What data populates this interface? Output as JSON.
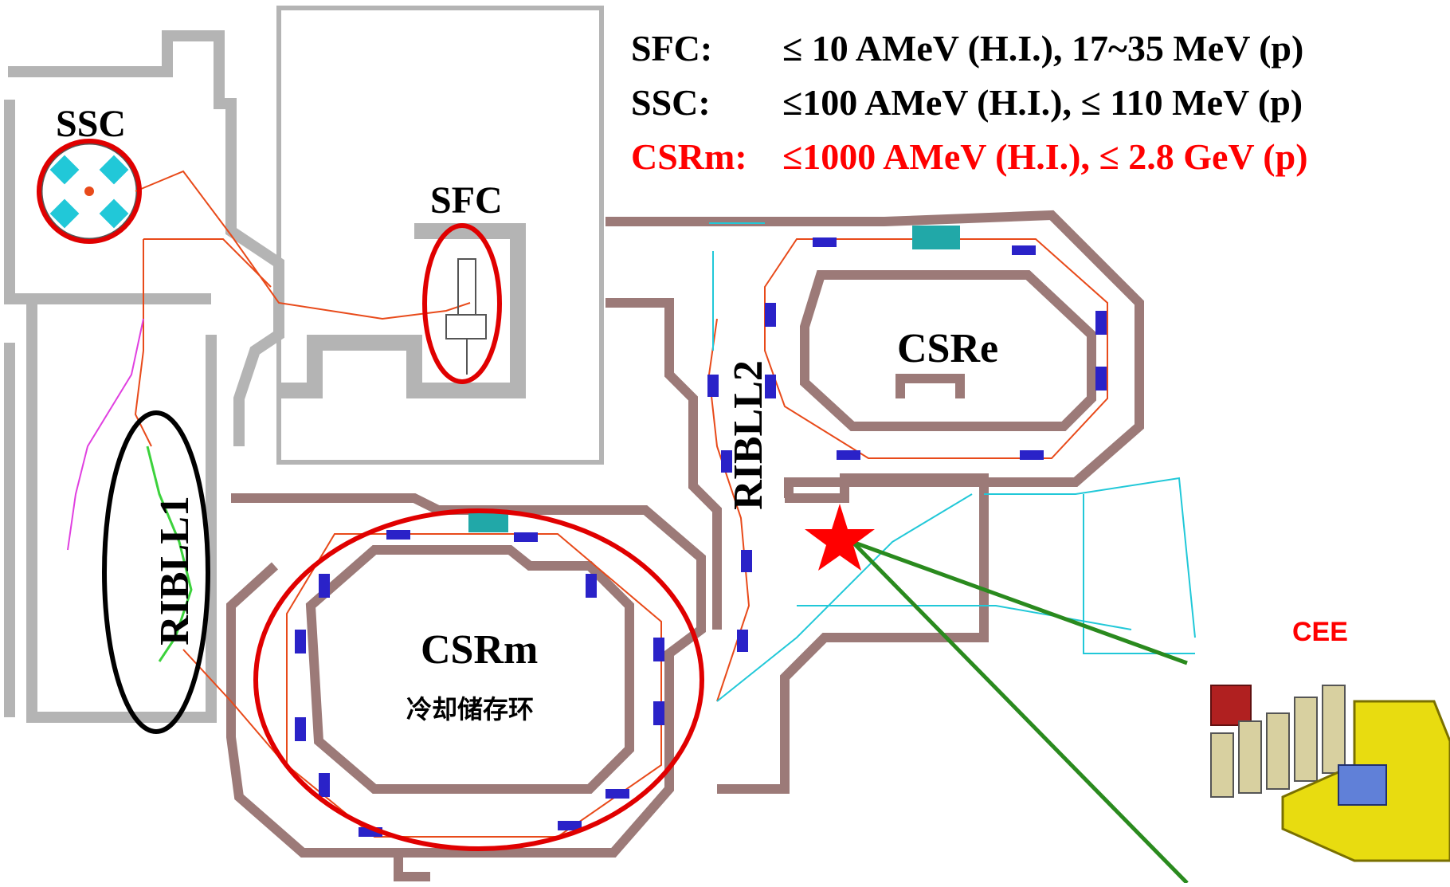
{
  "specs": [
    {
      "name": "SFC:",
      "value": "≤ 10 AMeV (H.I.), 17~35 MeV (p)"
    },
    {
      "name": "SSC:",
      "value": "≤100 AMeV (H.I.), ≤ 110 MeV (p)"
    },
    {
      "name": "CSRm:",
      "value": "≤1000 AMeV (H.I.), ≤ 2.8 GeV (p)"
    }
  ],
  "labels": {
    "ssc": "SSC",
    "sfc": "SFC",
    "csre": "CSRe",
    "csrm": "CSRm",
    "csrm_cn": "冷却储存环",
    "ribll1": "RIBLL1",
    "ribll2": "RIBLL2",
    "cee": "CEE"
  },
  "colors": {
    "wall_gray": "#b4b4b4",
    "wall_brown": "#9c7a78",
    "beamline": "#e84a1a",
    "magnet_blue": "#2a22c8",
    "magnet_green": "#3cd23c",
    "magnet_cyan": "#21c8d8",
    "magenta": "#e040e0",
    "highlight_red": "#e00000",
    "highlight_black": "#000000",
    "star": "#ff0000",
    "pointer_green": "#2a8a1e",
    "detector_yellow": "#e8dc10"
  }
}
